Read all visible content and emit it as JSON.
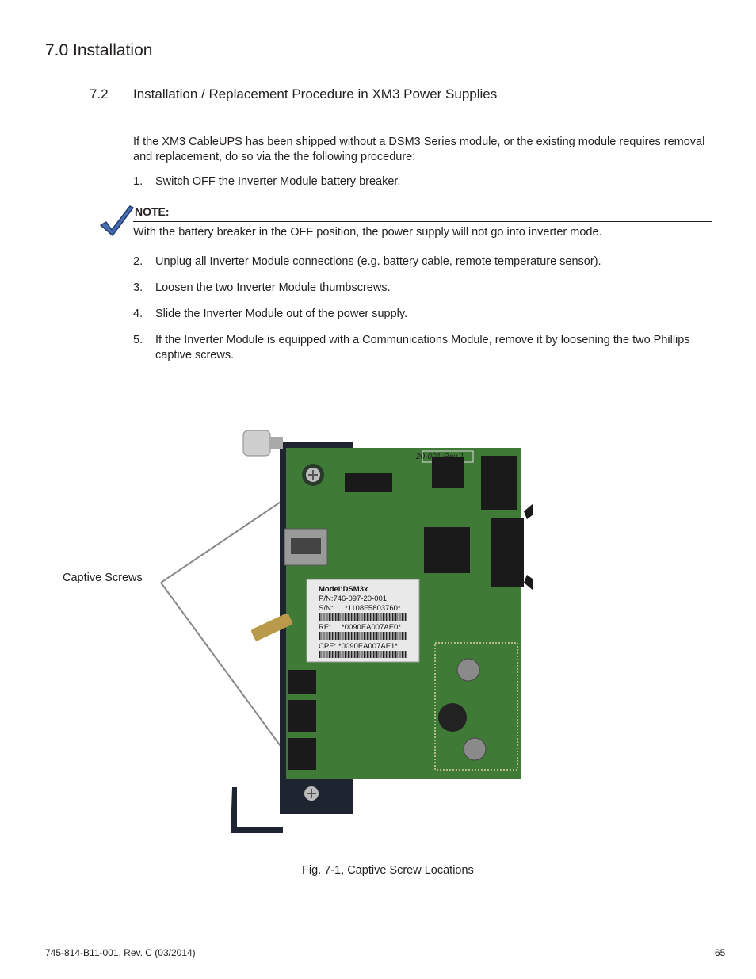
{
  "heading": {
    "section": "7.0 Installation",
    "subsection_number": "7.2",
    "subsection_title": "Installation / Replacement Procedure in XM3 Power Supplies"
  },
  "intro": "If the XM3 CableUPS has been shipped without a DSM3 Series module, or the existing module requires removal and replacement, do so via the the following procedure:",
  "steps": [
    {
      "num": "1.",
      "text": "Switch OFF the Inverter Module battery breaker."
    },
    {
      "num": "2.",
      "text": "Unplug all Inverter Module connections (e.g. battery cable, remote temperature sensor)."
    },
    {
      "num": "3.",
      "text": "Loosen the two Inverter Module thumbscrews."
    },
    {
      "num": "4.",
      "text": "Slide the Inverter Module out of the power supply."
    },
    {
      "num": "5.",
      "text": "If the Inverter Module is equipped with a Communications Module, remove it by loosening the two Phillips captive screws."
    }
  ],
  "note": {
    "label": "NOTE:",
    "text": "With the battery breaker in the OFF position, the power supply will not go into inverter mode."
  },
  "figure": {
    "callout": "Captive Screws",
    "caption": "Fig. 7-1, Captive Screw Locations",
    "board_label": {
      "model": "Model:DSM3x",
      "pn": "P/N:746-097-20-001",
      "sn_label": "S/N:",
      "sn": "*1108F5803760*",
      "rf_label": "RF:",
      "rf": "*0090EA007AE0*",
      "cpe_label": "CPE:",
      "cpe": "*0090EA007AE1*"
    },
    "pcb_text": "20-001-Rev.J",
    "colors": {
      "pcb": "#3f7a36",
      "panel": "#1e2430",
      "label": "#e9e9e9"
    }
  },
  "footer": {
    "doc_id": "745-814-B11-001, Rev. C (03/2014)",
    "page": "65"
  }
}
